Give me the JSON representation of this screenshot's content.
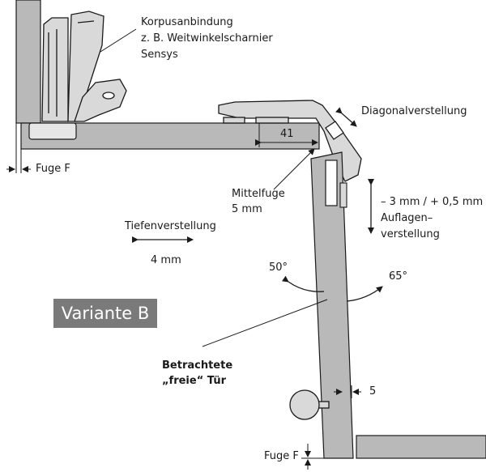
{
  "labels": {
    "korpusanbindung": [
      "Korpusanbindung",
      "z. B. Weitwinkelscharnier",
      "Sensys"
    ],
    "diagonalverstellung": "Diagonalverstellung",
    "dim_41": "41",
    "fuge_top": "Fuge F",
    "mittelfuge": [
      "Mittelfuge",
      "5 mm"
    ],
    "auflagen": [
      "– 3 mm / + 0,5 mm",
      "Auflagen–",
      "verstellung"
    ],
    "tiefen": "Tiefenverstellung",
    "tiefen_value": "4 mm",
    "angle_50": "50°",
    "angle_65": "65°",
    "variant": "Variante B",
    "betrachtete": [
      "Betrachtete",
      "„freie“ Tür"
    ],
    "dim_5": "5",
    "fuge_bottom": "Fuge F"
  },
  "colors": {
    "panel_fill": "#b9b9b9",
    "outline": "#1a1a1a",
    "light_fill": "#d9d9d9",
    "variant_bg": "#7a7a7a"
  }
}
